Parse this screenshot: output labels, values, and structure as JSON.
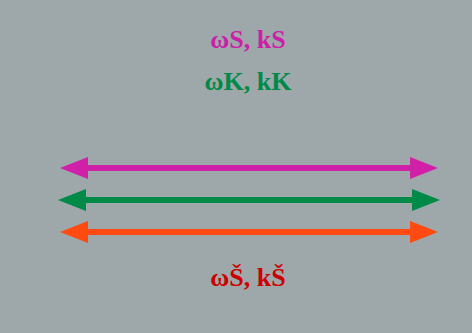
{
  "diagram": {
    "nodes": [
      {
        "text": [
          "ωS, kS",
          "ωK, kK",
          "ωŠ, kŠ"
        ]
      }
    ]
  }
}
